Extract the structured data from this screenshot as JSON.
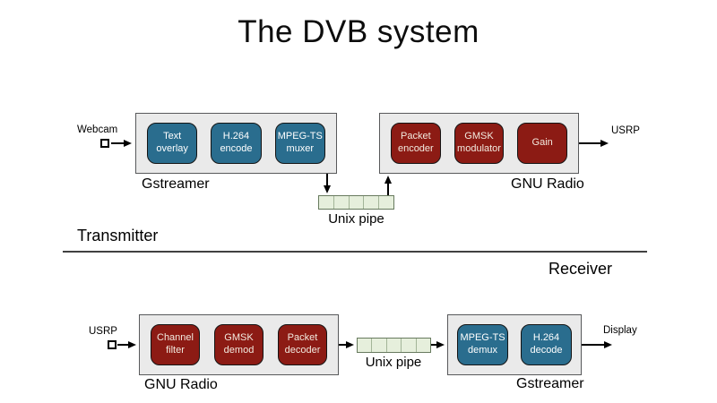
{
  "title": "The DVB system",
  "colors": {
    "block_teal": "#2a6d8e",
    "block_red": "#8c1b14",
    "container_bg": "#eaeaea",
    "container_border": "#58595b",
    "pipe_bg": "#e6efdc",
    "pipe_border": "#677a5e"
  },
  "transmitter": {
    "section_label": "Transmitter",
    "input_label": "Webcam",
    "gstreamer": {
      "label": "Gstreamer",
      "blocks": [
        "Text\noverlay",
        "H.264\nencode",
        "MPEG-TS\nmuxer"
      ]
    },
    "pipe_label": "Unix pipe",
    "gnuradio": {
      "label": "GNU Radio",
      "blocks": [
        "Packet\nencoder",
        "GMSK\nmodulator",
        "Gain"
      ]
    },
    "output_label": "USRP"
  },
  "receiver": {
    "section_label": "Receiver",
    "input_label": "USRP",
    "gnuradio": {
      "label": "GNU Radio",
      "blocks": [
        "Channel\nfilter",
        "GMSK\ndemod",
        "Packet\ndecoder"
      ]
    },
    "pipe_label": "Unix pipe",
    "gstreamer": {
      "label": "Gstreamer",
      "blocks": [
        "MPEG-TS\ndemux",
        "H.264\ndecode"
      ]
    },
    "output_label": "Display"
  }
}
